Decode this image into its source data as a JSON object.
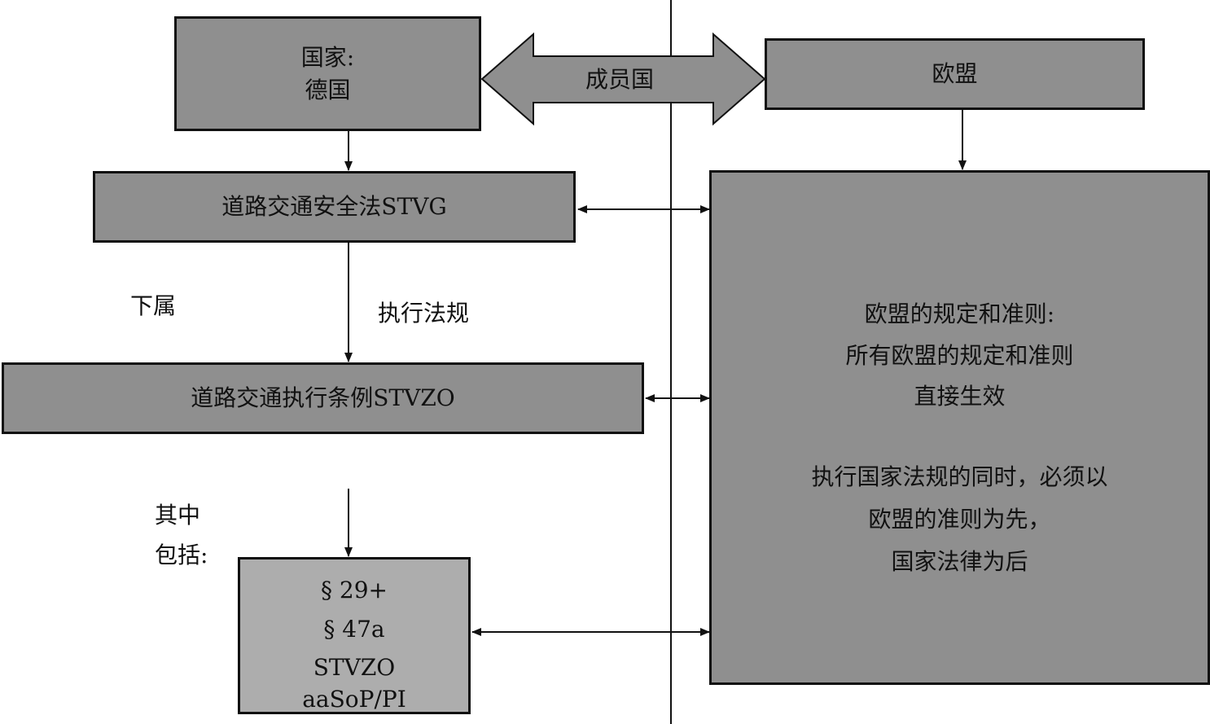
{
  "nation_box": {
    "line1": "国家:",
    "line2": "德国"
  },
  "member_state_arrow_label": "成员国",
  "eu_box_label": "欧盟",
  "stvg_box_label": "道路交通安全法STVG",
  "stvzo_box_label": "道路交通执行条例STVZO",
  "subordinate_label": "下属",
  "implementing_label": "执行法规",
  "includes_label": {
    "line1": "其中",
    "line2": "包括:"
  },
  "sections_box": {
    "line1": "§ 29+",
    "line2": "§ 47a",
    "line3": "STVZO",
    "line4": "aaSoP/PI"
  },
  "eu_rules_box": {
    "line1": "欧盟的规定和准则:",
    "line2": "所有欧盟的规定和准则",
    "line3": "直接生效",
    "line4": "执行国家法规的同时，必须以",
    "line5": "欧盟的准则为先，",
    "line6": "国家法律为后"
  },
  "colors": {
    "box_fill": "#8f8f8f",
    "box_fill_light": "#adadad",
    "stroke": "#111111"
  }
}
